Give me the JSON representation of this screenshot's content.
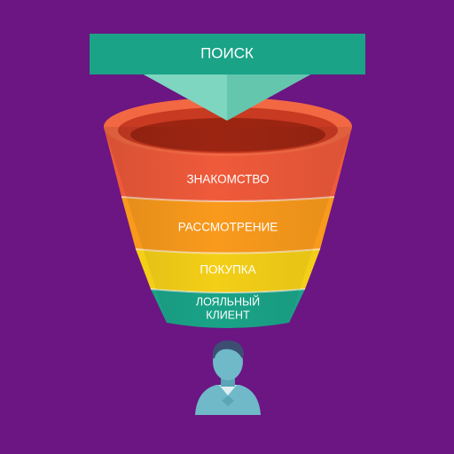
{
  "diagram": {
    "search_label": "ПОИСК",
    "stages": [
      {
        "id": "awareness",
        "label": "ЗНАКОМСТВО"
      },
      {
        "id": "consideration",
        "label": "РАССМОТРЕНИЕ"
      },
      {
        "id": "purchase",
        "label": "ПОКУПКА"
      },
      {
        "id": "loyal",
        "label_line1": "ЛОЯЛЬНЫЙ",
        "label_line2": "КЛИЕНТ"
      }
    ],
    "icons": [
      "person-icon"
    ]
  },
  "colors": {
    "background": "#6b1682",
    "search_banner": "#1aa387",
    "search_arrow": "#7ed6c0",
    "awareness": "#ef5a3a",
    "consideration": "#f99a1c",
    "purchase": "#f4cf17",
    "loyal": "#1aa387",
    "person": "#6fb9c9"
  }
}
